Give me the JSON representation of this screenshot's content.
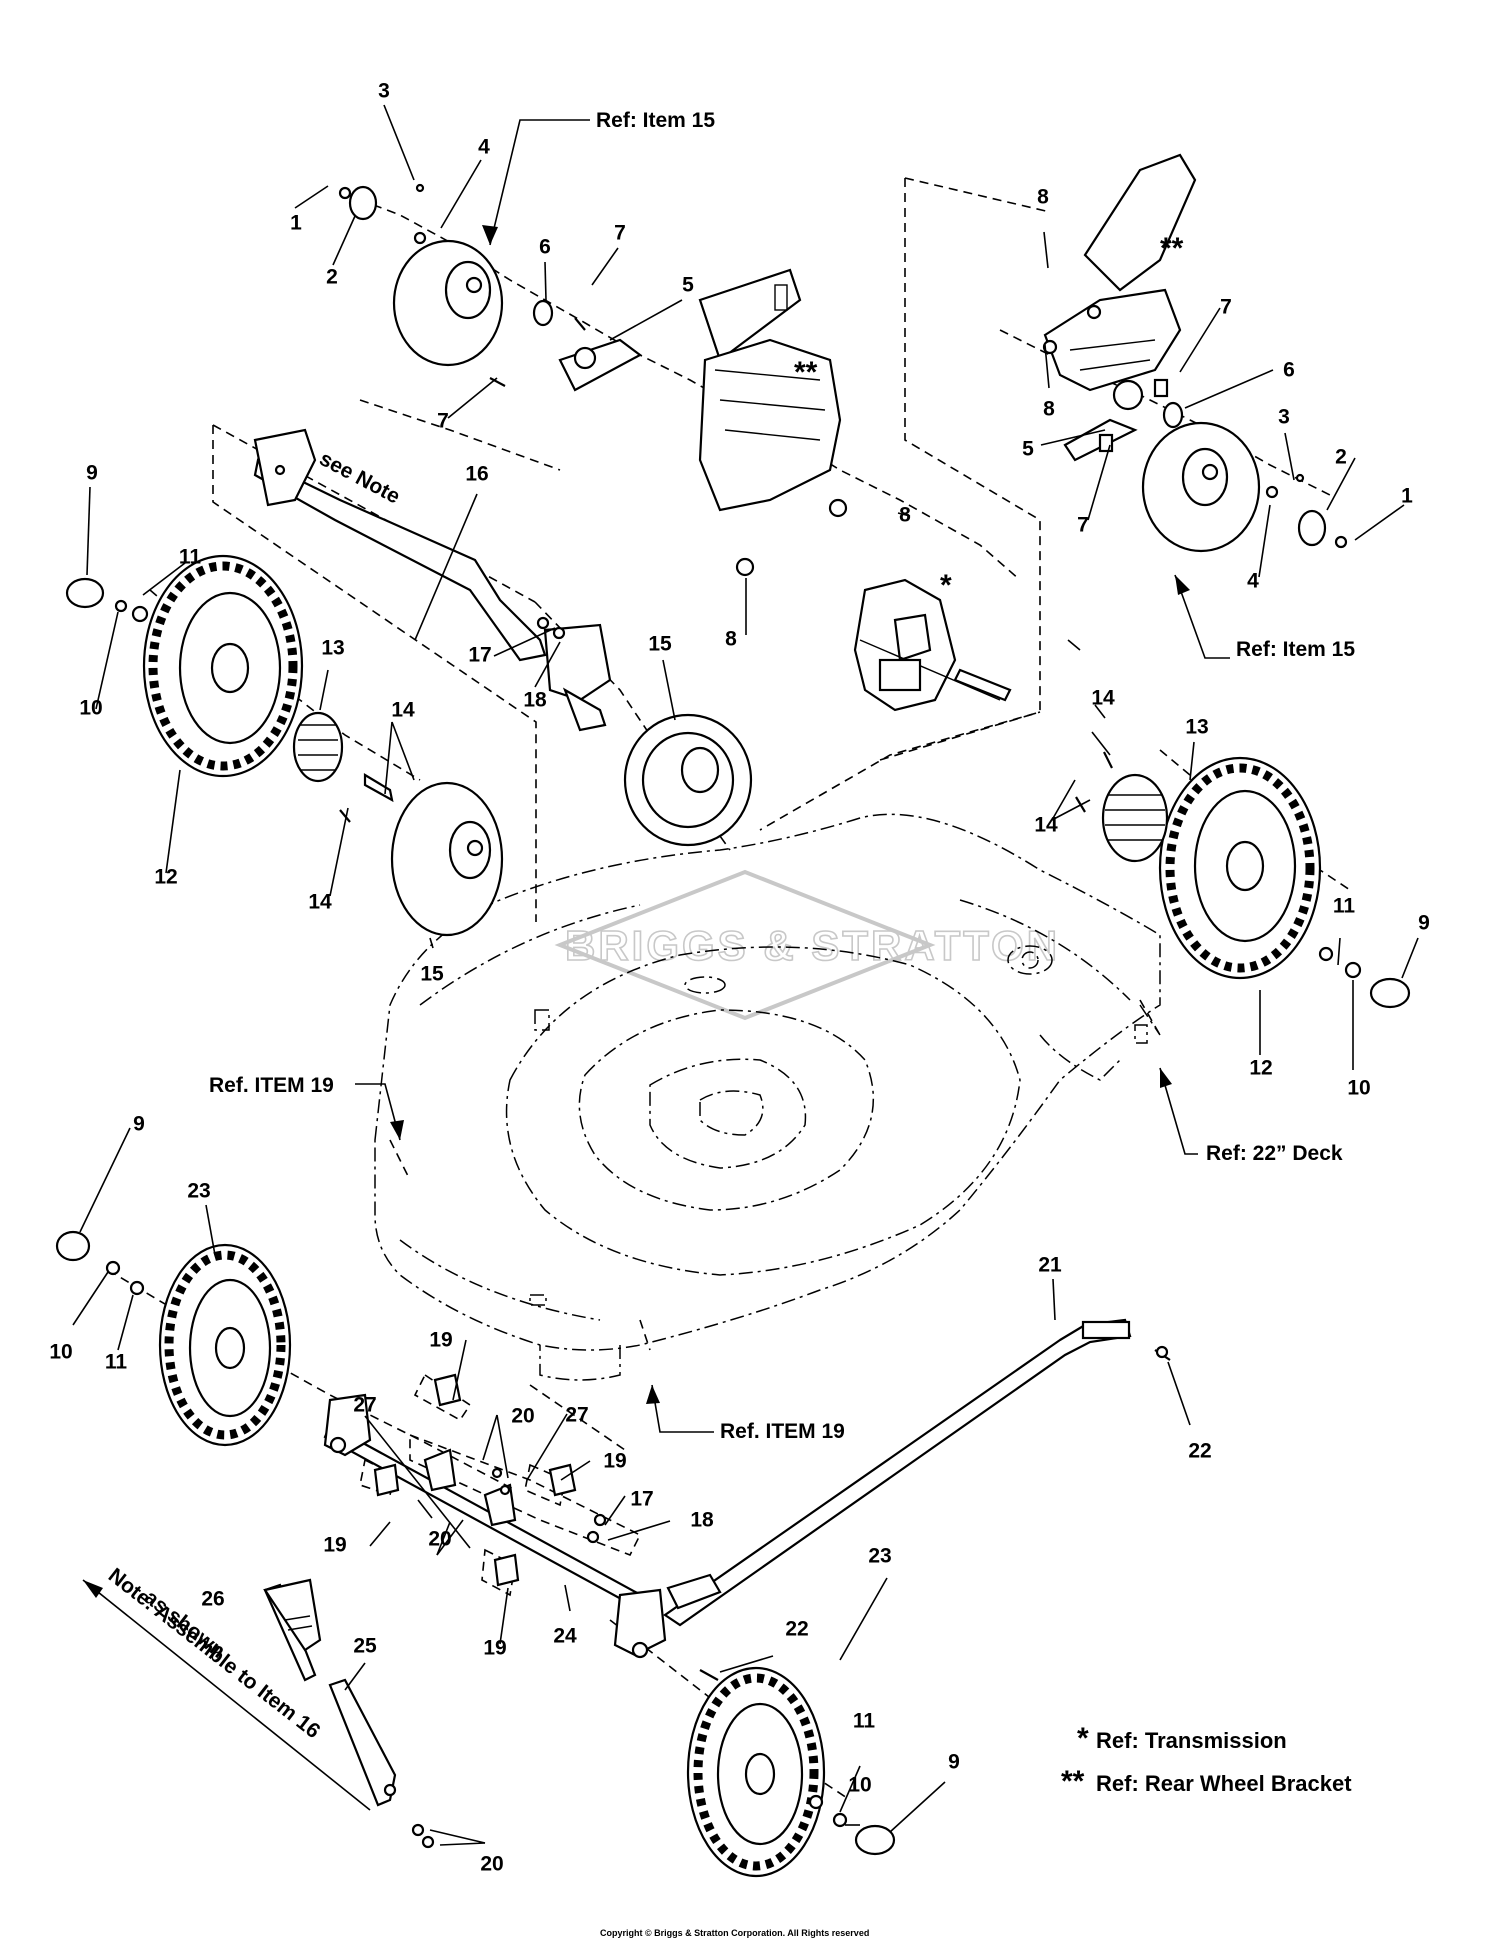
{
  "labels": {
    "ref_item15_top": "Ref: Item 15",
    "ref_item15_right": "Ref: Item 15",
    "see_note": "see Note",
    "ref_item19_left": "Ref. ITEM 19",
    "ref_item19_bottom": "Ref. ITEM 19",
    "ref_deck": "Ref: 22” Deck",
    "note": "Note: Assemble to Item 16",
    "note_line2": "as shown",
    "watermark": "BRIGGS & STRATTON",
    "copyright": "Copyright © Briggs & Stratton Corporation. All Rights reserved"
  },
  "legend": [
    {
      "symbol": "*",
      "text": "Ref: Transmission"
    },
    {
      "symbol": "**",
      "text": "Ref: Rear Wheel Bracket"
    }
  ],
  "callouts": {
    "c01": "3",
    "c02": "4",
    "c03": "1",
    "c04": "2",
    "c05": "6",
    "c06": "7",
    "c07": "5",
    "c08": "7",
    "c09": "8",
    "c10": "8",
    "c11": "8",
    "c12": "7",
    "c13": "8",
    "c14": "6",
    "c15": "5",
    "c16": "7",
    "c17": "3",
    "c18": "2",
    "c19": "1",
    "c20": "4",
    "c21": "9",
    "c22": "11",
    "c23": "10",
    "c24": "16",
    "c25": "13",
    "c26": "14",
    "c27": "17",
    "c28": "18",
    "c29": "15",
    "c30": "12",
    "c31": "14",
    "c32": "15",
    "c33": "14",
    "c34": "13",
    "c35": "14",
    "c36": "11",
    "c37": "9",
    "c38": "12",
    "c39": "10",
    "c40": "9",
    "c41": "23",
    "c42": "10",
    "c43": "11",
    "c44": "21",
    "c45": "22",
    "c46": "19",
    "c47": "27",
    "c48": "20",
    "c49": "27",
    "c50": "19",
    "c51": "19",
    "c52": "20",
    "c53": "17",
    "c54": "18",
    "c55": "19",
    "c56": "24",
    "c57": "23",
    "c58": "22",
    "c59": "26",
    "c60": "25",
    "c61": "11",
    "c62": "10",
    "c63": "9",
    "c64": "20"
  },
  "stars": {
    "s1": "**",
    "s2": "**",
    "s3": "*"
  }
}
